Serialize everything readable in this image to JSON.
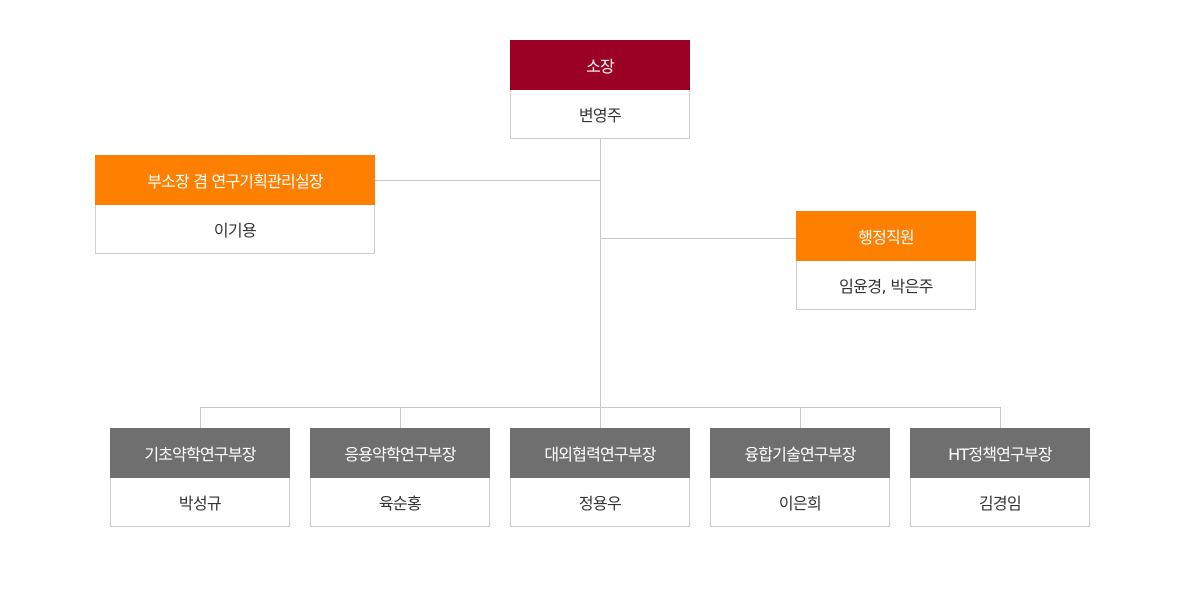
{
  "director": {
    "title": "소장",
    "name": "변영주"
  },
  "deputy": {
    "title": "부소장 겸 연구기획관리실장",
    "name": "이기용"
  },
  "admin": {
    "title": "행정직원",
    "name": "임윤경, 박은주"
  },
  "departments": [
    {
      "title": "기초약학연구부장",
      "name": "박성규"
    },
    {
      "title": "응용약학연구부장",
      "name": "육순홍"
    },
    {
      "title": "대외협력연구부장",
      "name": "정용우"
    },
    {
      "title": "융합기술연구부장",
      "name": "이은희"
    },
    {
      "title": "HT정책연구부장",
      "name": "김경임"
    }
  ],
  "colors": {
    "director": "#9a0124",
    "staff": "#ff7f00",
    "department": "#6f6f6f",
    "connector": "#c8c8c8"
  }
}
